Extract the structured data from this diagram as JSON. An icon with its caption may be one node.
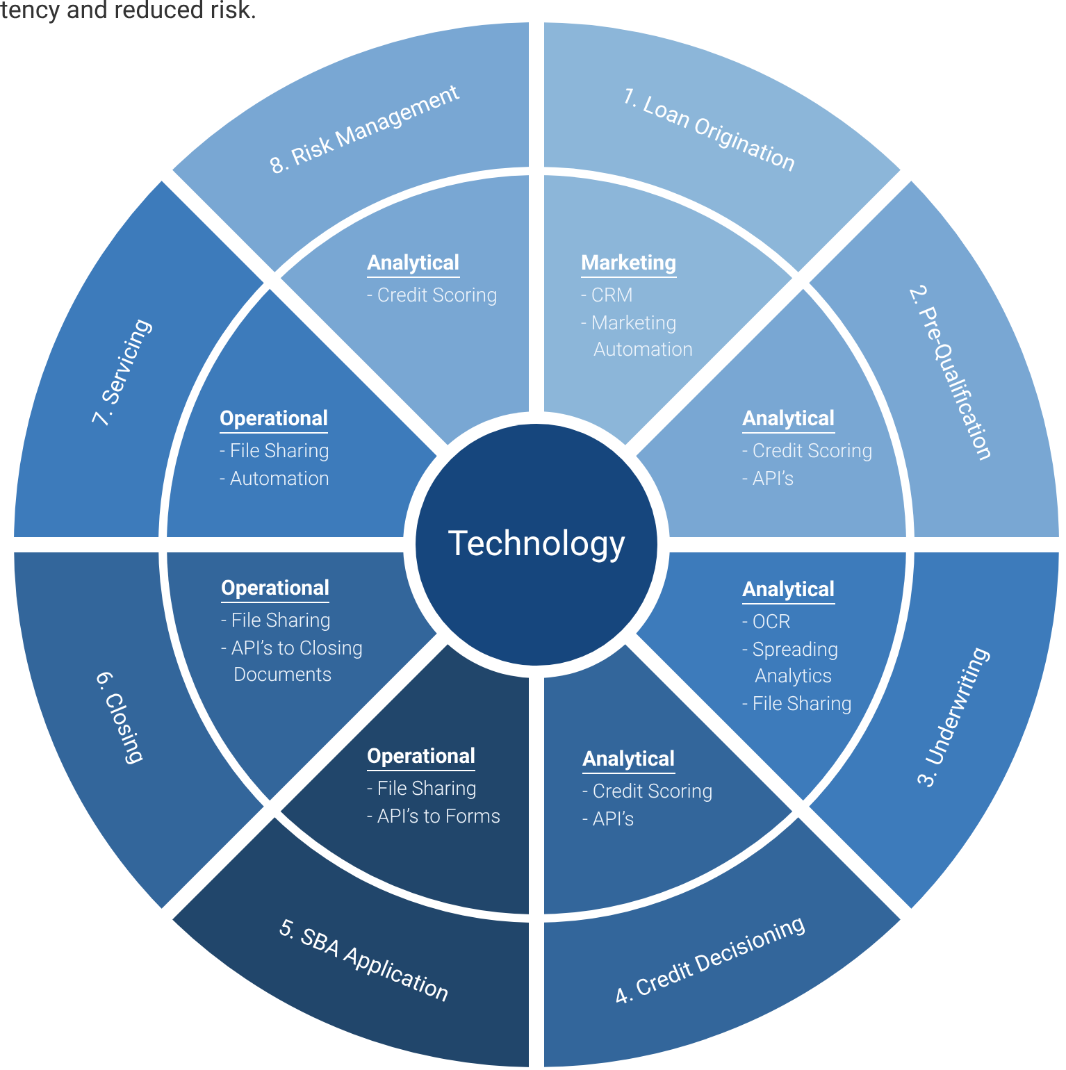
{
  "diagram": {
    "nodes": [
      {
        "text": [
          "Technology"
        ]
      },
      {
        "text": [
          "1. Loan Origination"
        ]
      },
      {
        "text": [
          "2. Pre-Qualification"
        ]
      },
      {
        "text": [
          "3. Underwriting"
        ]
      },
      {
        "text": [
          "4. Credit Decisioning"
        ]
      },
      {
        "text": [
          "5. SBA Application"
        ]
      },
      {
        "text": [
          "6. Closing"
        ]
      },
      {
        "text": [
          "7. Servicing"
        ]
      },
      {
        "text": [
          "8. Risk Management"
        ]
      },
      {
        "text": [
          "Marketing",
          "- CRM",
          "- Marketing Automation"
        ]
      },
      {
        "text": [
          "Analytical",
          "- Credit Scoring",
          "- API’s"
        ]
      },
      {
        "text": [
          "Analytical",
          "- OCR",
          "- Spreading Analytics",
          "- File Sharing"
        ]
      },
      {
        "text": [
          "Analytical",
          "- Credit Scoring",
          "- API’s"
        ]
      },
      {
        "text": [
          "Operational",
          "- File Sharing",
          "- API’s to Forms"
        ]
      },
      {
        "text": [
          "Operational",
          "- File Sharing",
          "- API’s to Closing Documents"
        ]
      },
      {
        "text": [
          "Operational",
          "- File Sharing",
          "- Automation"
        ]
      },
      {
        "text": [
          "Analytical",
          "- Credit Scoring"
        ]
      }
    ],
    "labels": [
      "tency and reduced risk."
    ]
  }
}
